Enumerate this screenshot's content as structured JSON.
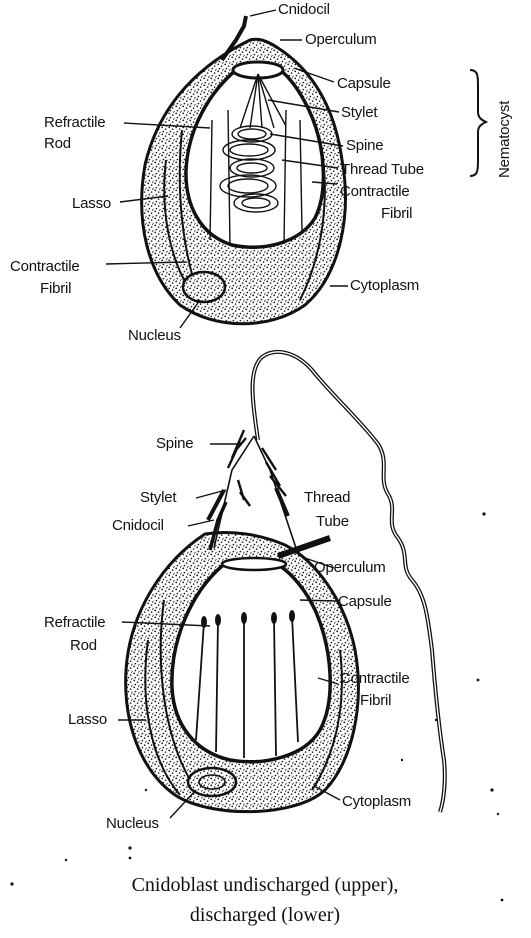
{
  "upper": {
    "labels": {
      "cnidocil": "Cnidocil",
      "operculum": "Operculum",
      "capsule": "Capsule",
      "stylet": "Stylet",
      "spine": "Spine",
      "thread_tube": "Thread Tube",
      "contractile_fibril_right_1": "Contractile",
      "contractile_fibril_right_2": "Fibril",
      "refractile_rod_1": "Refractile",
      "refractile_rod_2": "Rod",
      "lasso": "Lasso",
      "contractile_fibril_left_1": "Contractile",
      "contractile_fibril_left_2": "Fibril",
      "cytoplasm": "Cytoplasm",
      "nucleus": "Nucleus",
      "nematocyst": "Nematocyst"
    }
  },
  "lower": {
    "labels": {
      "spine": "Spine",
      "stylet": "Stylet",
      "cnidocil": "Cnidocil",
      "thread_tube_1": "Thread",
      "thread_tube_2": "Tube",
      "operculum": "Operculum",
      "capsule": "Capsule",
      "refractile_rod_1": "Refractile",
      "refractile_rod_2": "Rod",
      "contractile_fibril_1": "Contractile",
      "contractile_fibril_2": "Fibril",
      "lasso": "Lasso",
      "cytoplasm": "Cytoplasm",
      "nucleus": "Nucleus"
    }
  },
  "caption": {
    "line1": "Cnidoblast undischarged (upper),",
    "line2": "discharged (lower)"
  }
}
